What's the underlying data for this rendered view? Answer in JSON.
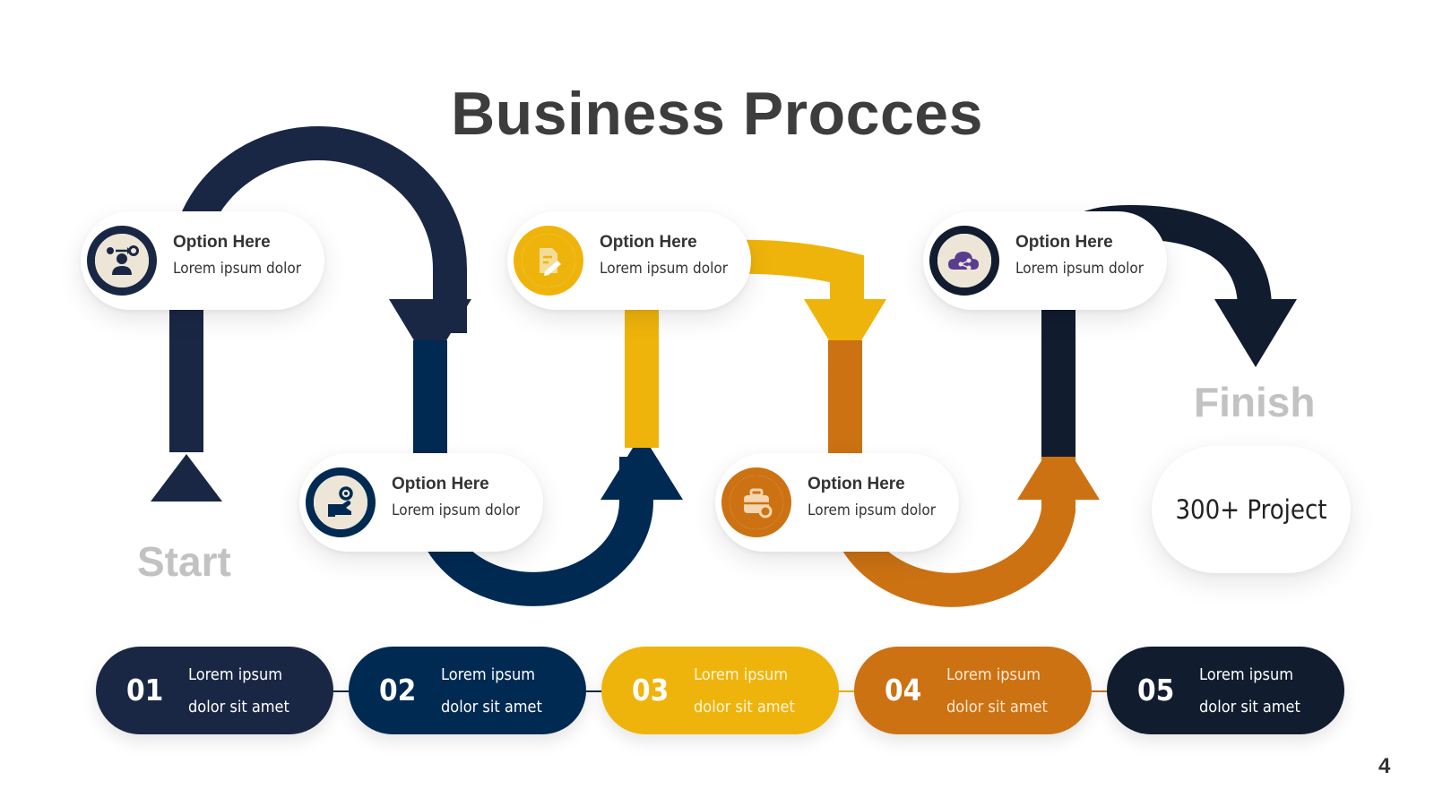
{
  "title": "Business Procces",
  "start_label": "Start",
  "finish_label": "Finish",
  "project_label": "300+ Project",
  "page_number": "4",
  "colors": {
    "navy": "#1a2744",
    "blue": "#012a53",
    "yellow": "#efb40b",
    "orange": "#cc7213",
    "dark": "#111c2f",
    "title": "#3d3d3d",
    "muted": "#c2c2c2"
  },
  "options": [
    {
      "title": "Option Here",
      "text": "Lorem ipsum dolor",
      "icon": "teamwork-gears-icon",
      "color": "#1a2744"
    },
    {
      "title": "Option Here",
      "text": "Lorem ipsum dolor",
      "icon": "hand-gear-icon",
      "color": "#012a53"
    },
    {
      "title": "Option Here",
      "text": "Lorem ipsum dolor",
      "icon": "document-pencil-icon",
      "color": "#efb40b"
    },
    {
      "title": "Option Here",
      "text": "Lorem ipsum dolor",
      "icon": "toolbox-gear-icon",
      "color": "#cc7213"
    },
    {
      "title": "Option Here",
      "text": "Lorem ipsum dolor",
      "icon": "cloud-share-icon",
      "color": "#111c2f"
    }
  ],
  "steps": [
    {
      "number": "01",
      "line1": "Lorem ipsum",
      "line2": "dolor sit amet",
      "color": "#1a2744"
    },
    {
      "number": "02",
      "line1": "Lorem ipsum",
      "line2": "dolor sit amet",
      "color": "#012a53"
    },
    {
      "number": "03",
      "line1": "Lorem ipsum",
      "line2": "dolor sit amet",
      "color": "#efb40b"
    },
    {
      "number": "04",
      "line1": "Lorem ipsum",
      "line2": "dolor sit amet",
      "color": "#cc7213"
    },
    {
      "number": "05",
      "line1": "Lorem ipsum",
      "line2": "dolor sit amet",
      "color": "#111c2f"
    }
  ]
}
